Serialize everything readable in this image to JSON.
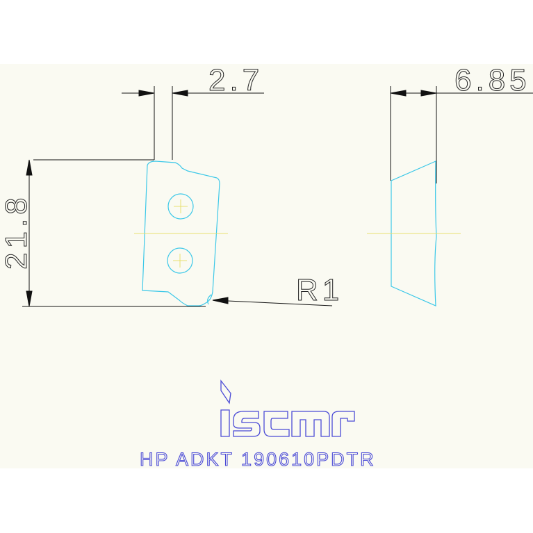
{
  "drawing": {
    "dimensions": {
      "thickness_top": "2.7",
      "width_side": "6.85",
      "height_left": "21.8",
      "corner_radius": "R1"
    },
    "logo_text": "iscar",
    "caption": "HP ADKT 190610PDTR",
    "colors": {
      "background": "#ffffff",
      "sheet": "#fafaf2",
      "insert_outline": "#3cc8e8",
      "centerline": "#e8e070",
      "dimension": "#111111",
      "caption": "#4a4ad6"
    }
  }
}
